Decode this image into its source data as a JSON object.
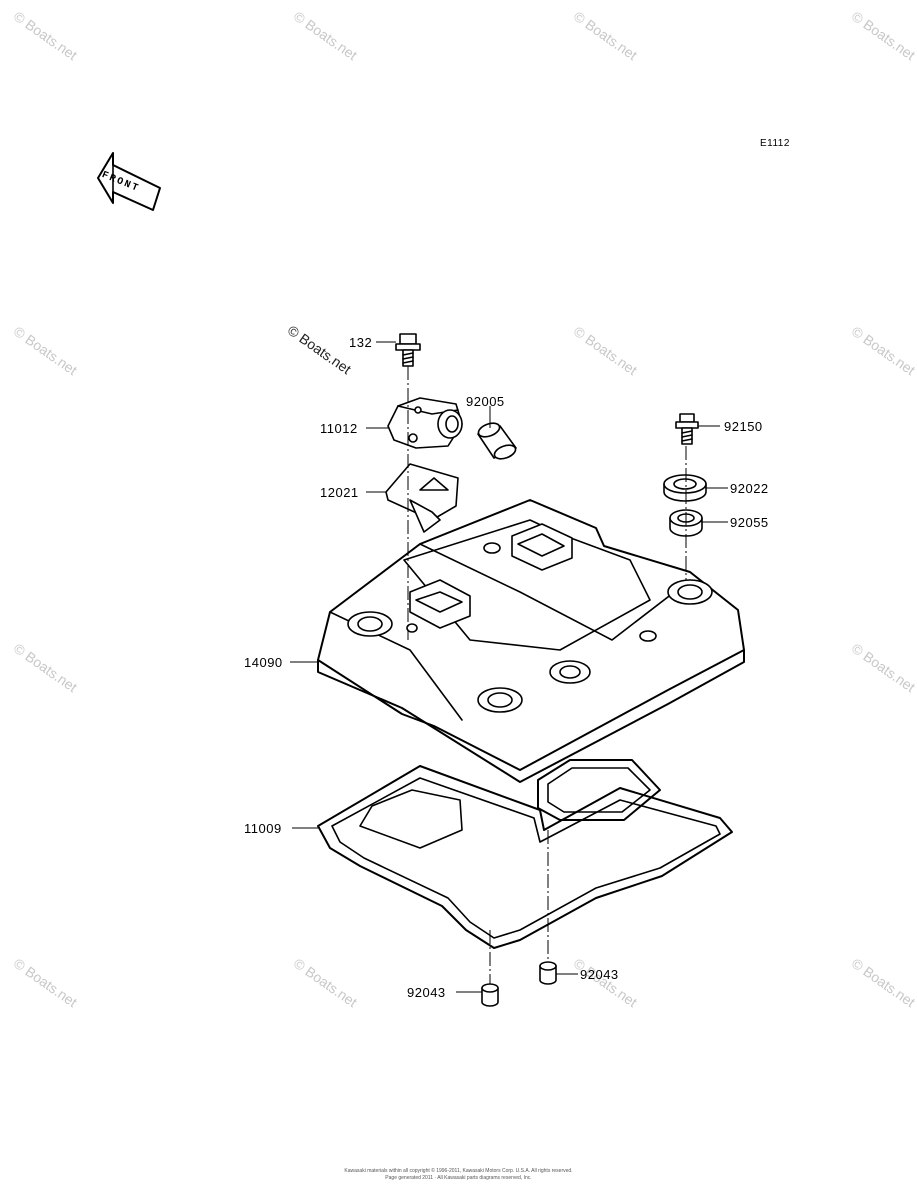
{
  "diagram_code": "E1112",
  "front_indicator": "FRONT",
  "watermark": "© Boats.net",
  "stamp": "© Boats.net",
  "parts": [
    {
      "id": "p132",
      "label": "132"
    },
    {
      "id": "p11012",
      "label": "11012"
    },
    {
      "id": "p92005",
      "label": "92005"
    },
    {
      "id": "p12021",
      "label": "12021"
    },
    {
      "id": "p92150",
      "label": "92150"
    },
    {
      "id": "p92022",
      "label": "92022"
    },
    {
      "id": "p92055",
      "label": "92055"
    },
    {
      "id": "p14090",
      "label": "14090"
    },
    {
      "id": "p11009",
      "label": "11009"
    },
    {
      "id": "p92043a",
      "label": "92043"
    },
    {
      "id": "p92043b",
      "label": "92043"
    }
  ],
  "copyright": {
    "line1": "Kawasaki materials within all copyright © 1996-2011, Kawasaki Motors Corp. U.S.A. All rights reserved.",
    "line2": "Page generated 2011 · All Kawasaki parts diagrams reserved, Inc."
  }
}
